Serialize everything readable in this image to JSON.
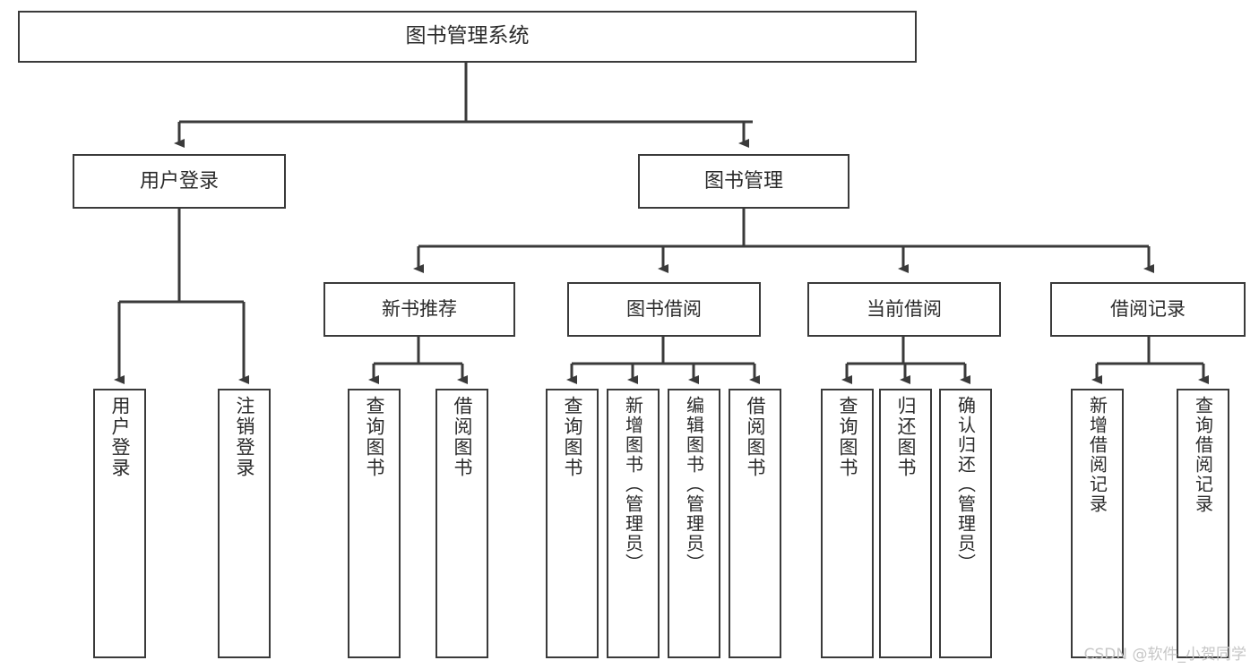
{
  "diagram": {
    "title": "图书管理系统",
    "watermark": "CSDN @软件_小贺同学",
    "colors": {
      "box_border": "#3a3a3a",
      "box_fill": "#ffffff",
      "edge": "#3a3a3a",
      "text": "#2b2b2b",
      "watermark": "#c6c6c6"
    },
    "root": {
      "label": "图书管理系统"
    },
    "level1": [
      {
        "label": "用户登录"
      },
      {
        "label": "图书管理"
      }
    ],
    "level2": [
      {
        "label": "新书推荐"
      },
      {
        "label": "图书借阅"
      },
      {
        "label": "当前借阅"
      },
      {
        "label": "借阅记录"
      }
    ],
    "leaves": {
      "user_login": [
        {
          "label": "用户登录"
        },
        {
          "label": "注销登录"
        }
      ],
      "new_book_recommend": [
        {
          "label": "查询图书"
        },
        {
          "label": "借阅图书"
        }
      ],
      "book_borrow": [
        {
          "label": "查询图书"
        },
        {
          "label": "新增图书（管理员）"
        },
        {
          "label": "编辑图书（管理员）"
        },
        {
          "label": "借阅图书"
        }
      ],
      "current_borrow": [
        {
          "label": "查询图书"
        },
        {
          "label": "归还图书"
        },
        {
          "label": "确认归还（管理员）"
        }
      ],
      "borrow_record": [
        {
          "label": "新增借阅记录"
        },
        {
          "label": "查询借阅记录"
        }
      ]
    }
  }
}
